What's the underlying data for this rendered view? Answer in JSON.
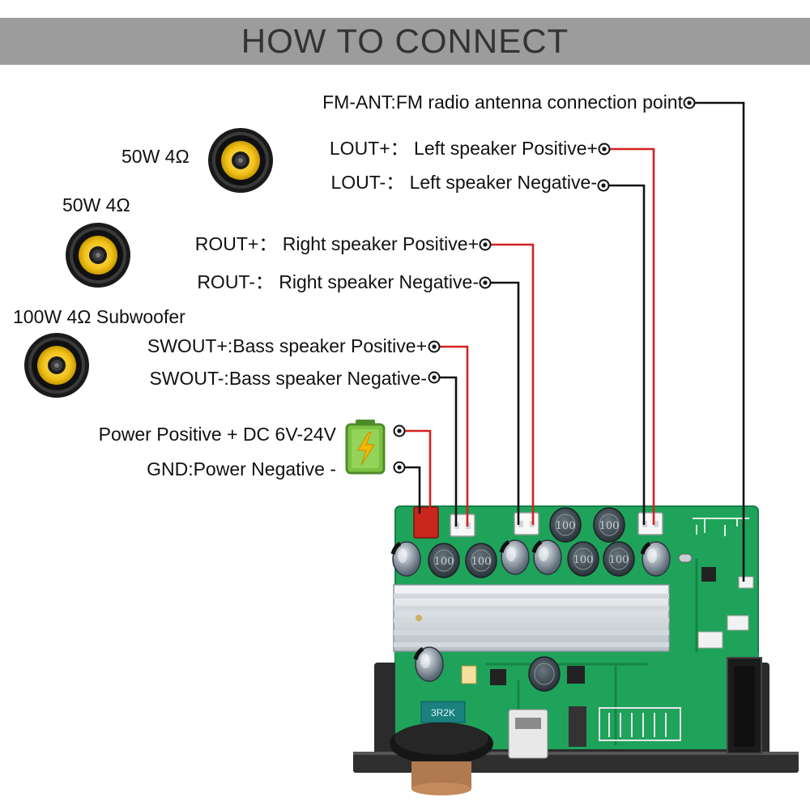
{
  "banner": {
    "title": "HOW TO CONNECT",
    "bg_color": "#9c9c9c"
  },
  "labels": {
    "fm_ant": "FM-ANT:FM radio antenna connection point",
    "lout_pos": "LOUT+： Left speaker Positive+",
    "lout_neg": "LOUT-： Left speaker Negative-",
    "rout_pos": "ROUT+： Right speaker Positive+",
    "rout_neg": "ROUT-： Right speaker Negative-",
    "swout_pos": "SWOUT+:Bass speaker Positive+",
    "swout_neg": "SWOUT-:Bass speaker Negative-",
    "power_pos": "Power Positive + DC 6V-24V",
    "gnd": "GND:Power Negative -"
  },
  "speakers": {
    "left": "50W 4Ω",
    "right": "50W 4Ω",
    "sub": "100W 4Ω Subwoofer"
  },
  "components": {
    "inductor_mark": "100",
    "resistor_mark": "3R2K"
  },
  "colors": {
    "positive_wire": "#d62020",
    "negative_wire": "#111111",
    "board": "#1fa35a",
    "speaker_cone": "#f2c21b",
    "battery": "#7cc242",
    "bolt": "#f5b800"
  },
  "icons": [
    "speaker-icon",
    "battery-icon",
    "terminal-icon",
    "heatsink-icon"
  ]
}
